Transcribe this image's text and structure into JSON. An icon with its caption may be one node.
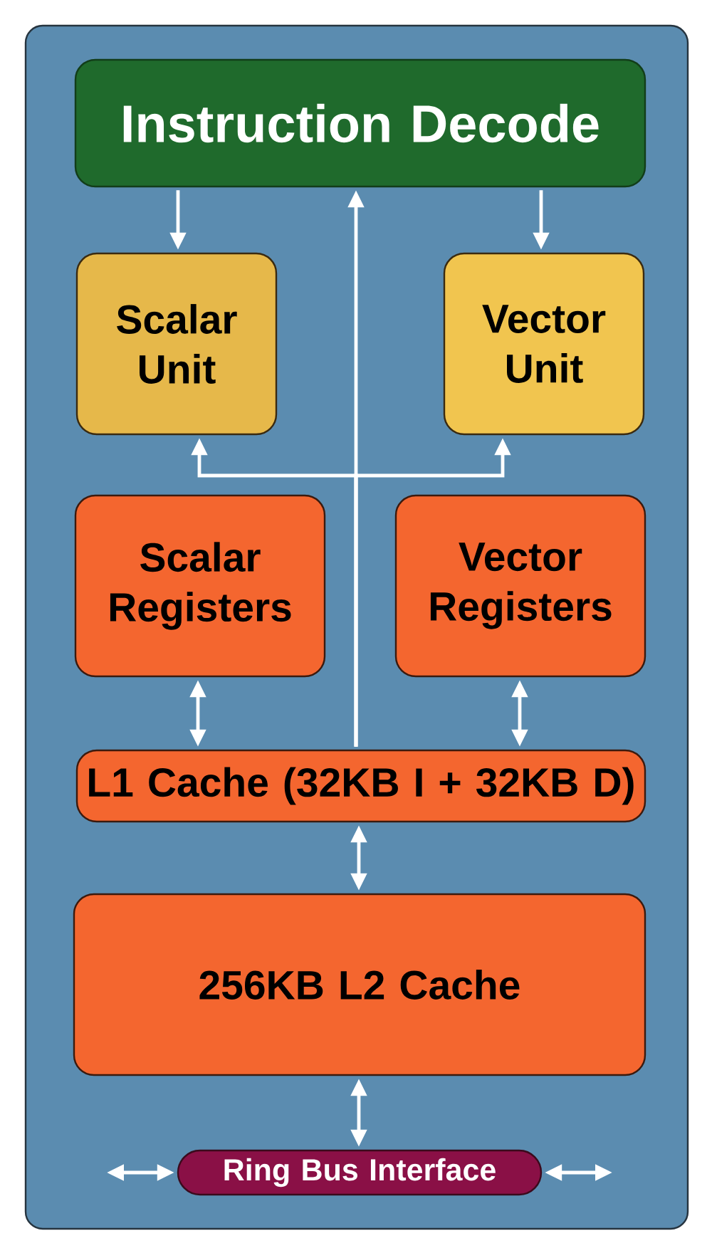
{
  "diagram": {
    "nodes": [
      {
        "text": [],
        "shape": "box"
      },
      {
        "text": [
          "Instruction Decode"
        ],
        "in": 0
      },
      {
        "text": [
          "Scalar Unit"
        ],
        "in": 0
      },
      {
        "text": [
          "Vector Unit"
        ],
        "in": 0
      },
      {
        "text": [
          "Scalar Registers"
        ],
        "in": 0
      },
      {
        "text": [
          "Vector Registers"
        ],
        "in": 0
      },
      {
        "text": [
          "L1 Cache (32KB I + 32KB D)"
        ],
        "in": 0
      },
      {
        "text": [
          "256KB L2 Cache"
        ],
        "in": 0
      },
      {
        "text": [
          "Ring Bus Interface"
        ],
        "in": 0
      }
    ],
    "edges": [
      {
        "from": 1,
        "to": 2,
        "arrow": "to"
      },
      {
        "from": 1,
        "to": 3,
        "arrow": "to"
      },
      {
        "from": 6,
        "to": 1,
        "arrow": "to"
      },
      {
        "from": 6,
        "to": 2,
        "arrow": "to"
      },
      {
        "from": 6,
        "to": 3,
        "arrow": "to"
      },
      {
        "from": 4,
        "to": 6,
        "arrow": "both"
      },
      {
        "from": 5,
        "to": 6,
        "arrow": "both"
      },
      {
        "from": 6,
        "to": 7,
        "arrow": "both"
      },
      {
        "from": 7,
        "to": 8,
        "arrow": "both"
      },
      {
        "from": null,
        "to": 8,
        "arrow": "both"
      },
      {
        "from": 8,
        "to": null,
        "arrow": "both"
      }
    ]
  }
}
